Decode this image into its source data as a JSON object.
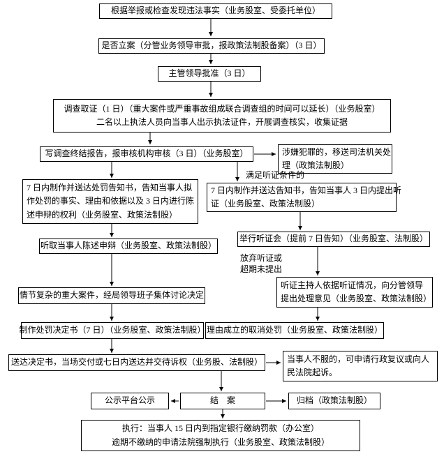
{
  "page": {
    "background": "#ffffff",
    "line_color": "#000000",
    "text_color": "#000000"
  },
  "flowchart": {
    "boxes": {
      "report": "根据举报或检查发现违法事实（业务股室、受委托单位）",
      "case_filing": "是否立案（分管业务领导审批，报政策法制股备案）（3 日）",
      "leader_approval": "主管领导批准（3 日）",
      "investigation": "调查取证（1 日）（重大案件或严重事故组成联合调查组的时间可以延长）（业务股室）\n二名以上执法人员向当事人出示执法证件，开展调查核实，收集证据",
      "final_report": "写调查终结报告，报审核机构审核（3 日）（业务股室）",
      "criminal_transfer": "涉嫌犯罪的，移送司法机关处\n理（政策法制股）",
      "penalty_notice": "7 日内制作并送达处罚告知书，告知当事人拟\n作处罚的事实、理由和依据以及 3 日内进行陈\n述申辩的权利（业务股室、政策法制股）",
      "hearing_notice": "7 日内制作并送达告知书，告知当事人 3 日内提出听\n证（业务股室、政策法制股）",
      "statement_defense": "听取当事人陈述申辩（业务股室、政策法制股）",
      "hold_hearing": "举行听证会（提前 7 日告知）（业务股室、法制股）",
      "hearing_host": "听证主持人依据听证情况，向分管领导\n提出处理意见（业务股室、政策法制股）",
      "collective_discussion": "情节复杂的重大案件，经局领导班子集体讨论决定",
      "penalty_decision": "制作处罚决定书（7 日）（业务股室、政策法制股）",
      "cancel_penalty": "理由成立的取消处罚（业务股室、政策法制股）",
      "deliver_decision": "送达决定书，当场交付或七日内送达并交待诉权（业务股、法制股）",
      "appeal": "当事人不服的，可申请行政复议或向人\n民法院起诉。",
      "publicity": "公示平台公示",
      "case_closed": "结　案",
      "archive": "归档（政策法制股）",
      "execution": "执行：当事人 15 日内到指定银行缴纳罚款（办公室）\n逾期不缴纳的申请法院强制执行（业务股室、政策法制股）"
    },
    "labels": {
      "hearing_condition": "满足听证条件的",
      "waive_hearing": "放弃听证或\n超期未提出"
    }
  }
}
